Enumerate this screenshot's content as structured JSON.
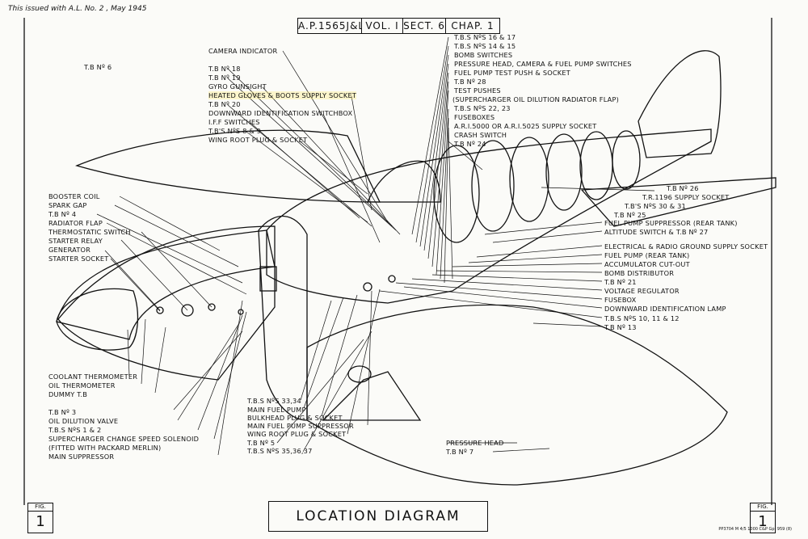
{
  "stamp": "This issued with A.L. No. 2 , May 1945",
  "header": {
    "pub": "A.P.1565J&L",
    "vol": "VOL. I",
    "sect": "SECT. 6",
    "chap": "CHAP. 1"
  },
  "title": "LOCATION DIAGRAM",
  "fig": {
    "label": "FIG.",
    "number": "1"
  },
  "print_note": "PP3704 M 4/5 1000 C&P Gp. 959 (8)",
  "labels_top_left": {
    "tb6": "T.B Nº 6",
    "camera_indicator": "CAMERA INDICATOR",
    "tb18": "T.B Nº 18",
    "tb19": "T.B Nº 19",
    "gyro": "GYRO GUNSIGHT",
    "heated": "HEATED GLOVES & BOOTS SUPPLY SOCKET",
    "tb20": "T.B Nº 20",
    "downward_sw": "DOWNWARD IDENTIFICATION SWITCHBOX",
    "iff": "I.F.F SWITCHES",
    "tbs89": "T.B'S Nºs 8 & 9",
    "wing_root": "WING ROOT PLUG & SOCKET"
  },
  "labels_top_right": {
    "tbs1617": "T.B.S Nºs 16 & 17",
    "tbs1415": "T.B.S Nºs 14 & 15",
    "bomb_switches": "BOMB SWITCHES",
    "pressure_head": "PRESSURE HEAD, CAMERA & FUEL PUMP SWITCHES",
    "fuel_pump_test": "FUEL PUMP TEST PUSH & SOCKET",
    "tb28": "T.B Nº 28",
    "test_pushes": "TEST PUSHES",
    "supercharger_flap": "(SUPERCHARGER OIL DILUTION RADIATOR FLAP)",
    "tbs2223": "T.B.S Nºs 22, 23",
    "fuseboxes": "FUSEBOXES",
    "ari": "A.R.I.5000 OR A.R.I.5025 SUPPLY SOCKET",
    "crash_switch": "CRASH SWITCH",
    "tb24": "T.B Nº 24"
  },
  "labels_right": {
    "tb26": "T.B Nº 26",
    "tr1196": "T.R.1196 SUPPLY SOCKET",
    "tbs3031": "T.B'S Nºs 30 & 31",
    "fuel_supp_rear": "FUEL PUMP SUPPRESSOR (REAR TANK)",
    "altitude": "ALTITUDE SWITCH & T.B Nº 27",
    "tb25": "T.B Nº 25",
    "elec_radio": "ELECTRICAL & RADIO GROUND SUPPLY SOCKET",
    "fuel_pump_rear": "FUEL PUMP (REAR TANK)",
    "accum": "ACCUMULATOR CUT-OUT",
    "bomb_dist": "BOMB DISTRIBUTOR",
    "tb21": "T.B Nº 21",
    "volt_reg": "VOLTAGE REGULATOR",
    "fusebox": "FUSEBOX",
    "downward_lamp": "DOWNWARD IDENTIFICATION LAMP",
    "tbs1012": "T.B.S Nºs 10, 11 & 12",
    "tb13": "T.B Nº 13"
  },
  "labels_left": {
    "booster": "BOOSTER COIL",
    "spark": "SPARK GAP",
    "tb4": "T.B Nº 4",
    "radiator": "RADIATOR FLAP",
    "thermostatic": "THERMOSTATIC SWITCH",
    "starter_relay": "STARTER RELAY",
    "generator": "GENERATOR",
    "starter_socket": "STARTER SOCKET"
  },
  "labels_bottom_left": {
    "coolant": "COOLANT THERMOMETER",
    "oil_therm": "OIL THERMOMETER",
    "dummy": "DUMMY T.B",
    "tb3": "T.B Nº 3",
    "oil_dilution": "OIL DILUTION VALVE",
    "tbs12": "T.B.S Nºs 1 & 2",
    "supercharger_sol": "SUPERCHARGER CHANGE SPEED SOLENOID",
    "packard": "(FITTED WITH PACKARD MERLIN)",
    "main_supp": "MAIN SUPPRESSOR"
  },
  "labels_bottom_center": {
    "tbs3334": "T.B.S Nºs 33,34",
    "main_fuel_pump": "MAIN FUEL PUMP",
    "bulkhead": "BULKHEAD PLUG & SOCKET",
    "main_fuel_supp": "MAIN FUEL PUMP SUPPRESSOR",
    "wing_root2": "WING ROOT PLUG & SOCKET",
    "tb5": "T.B Nº 5",
    "tbs353637": "T.B.S Nºs 35,36,37"
  },
  "labels_bottom_right": {
    "pressure_head2": "PRESSURE HEAD",
    "tb7": "T.B Nº 7"
  }
}
